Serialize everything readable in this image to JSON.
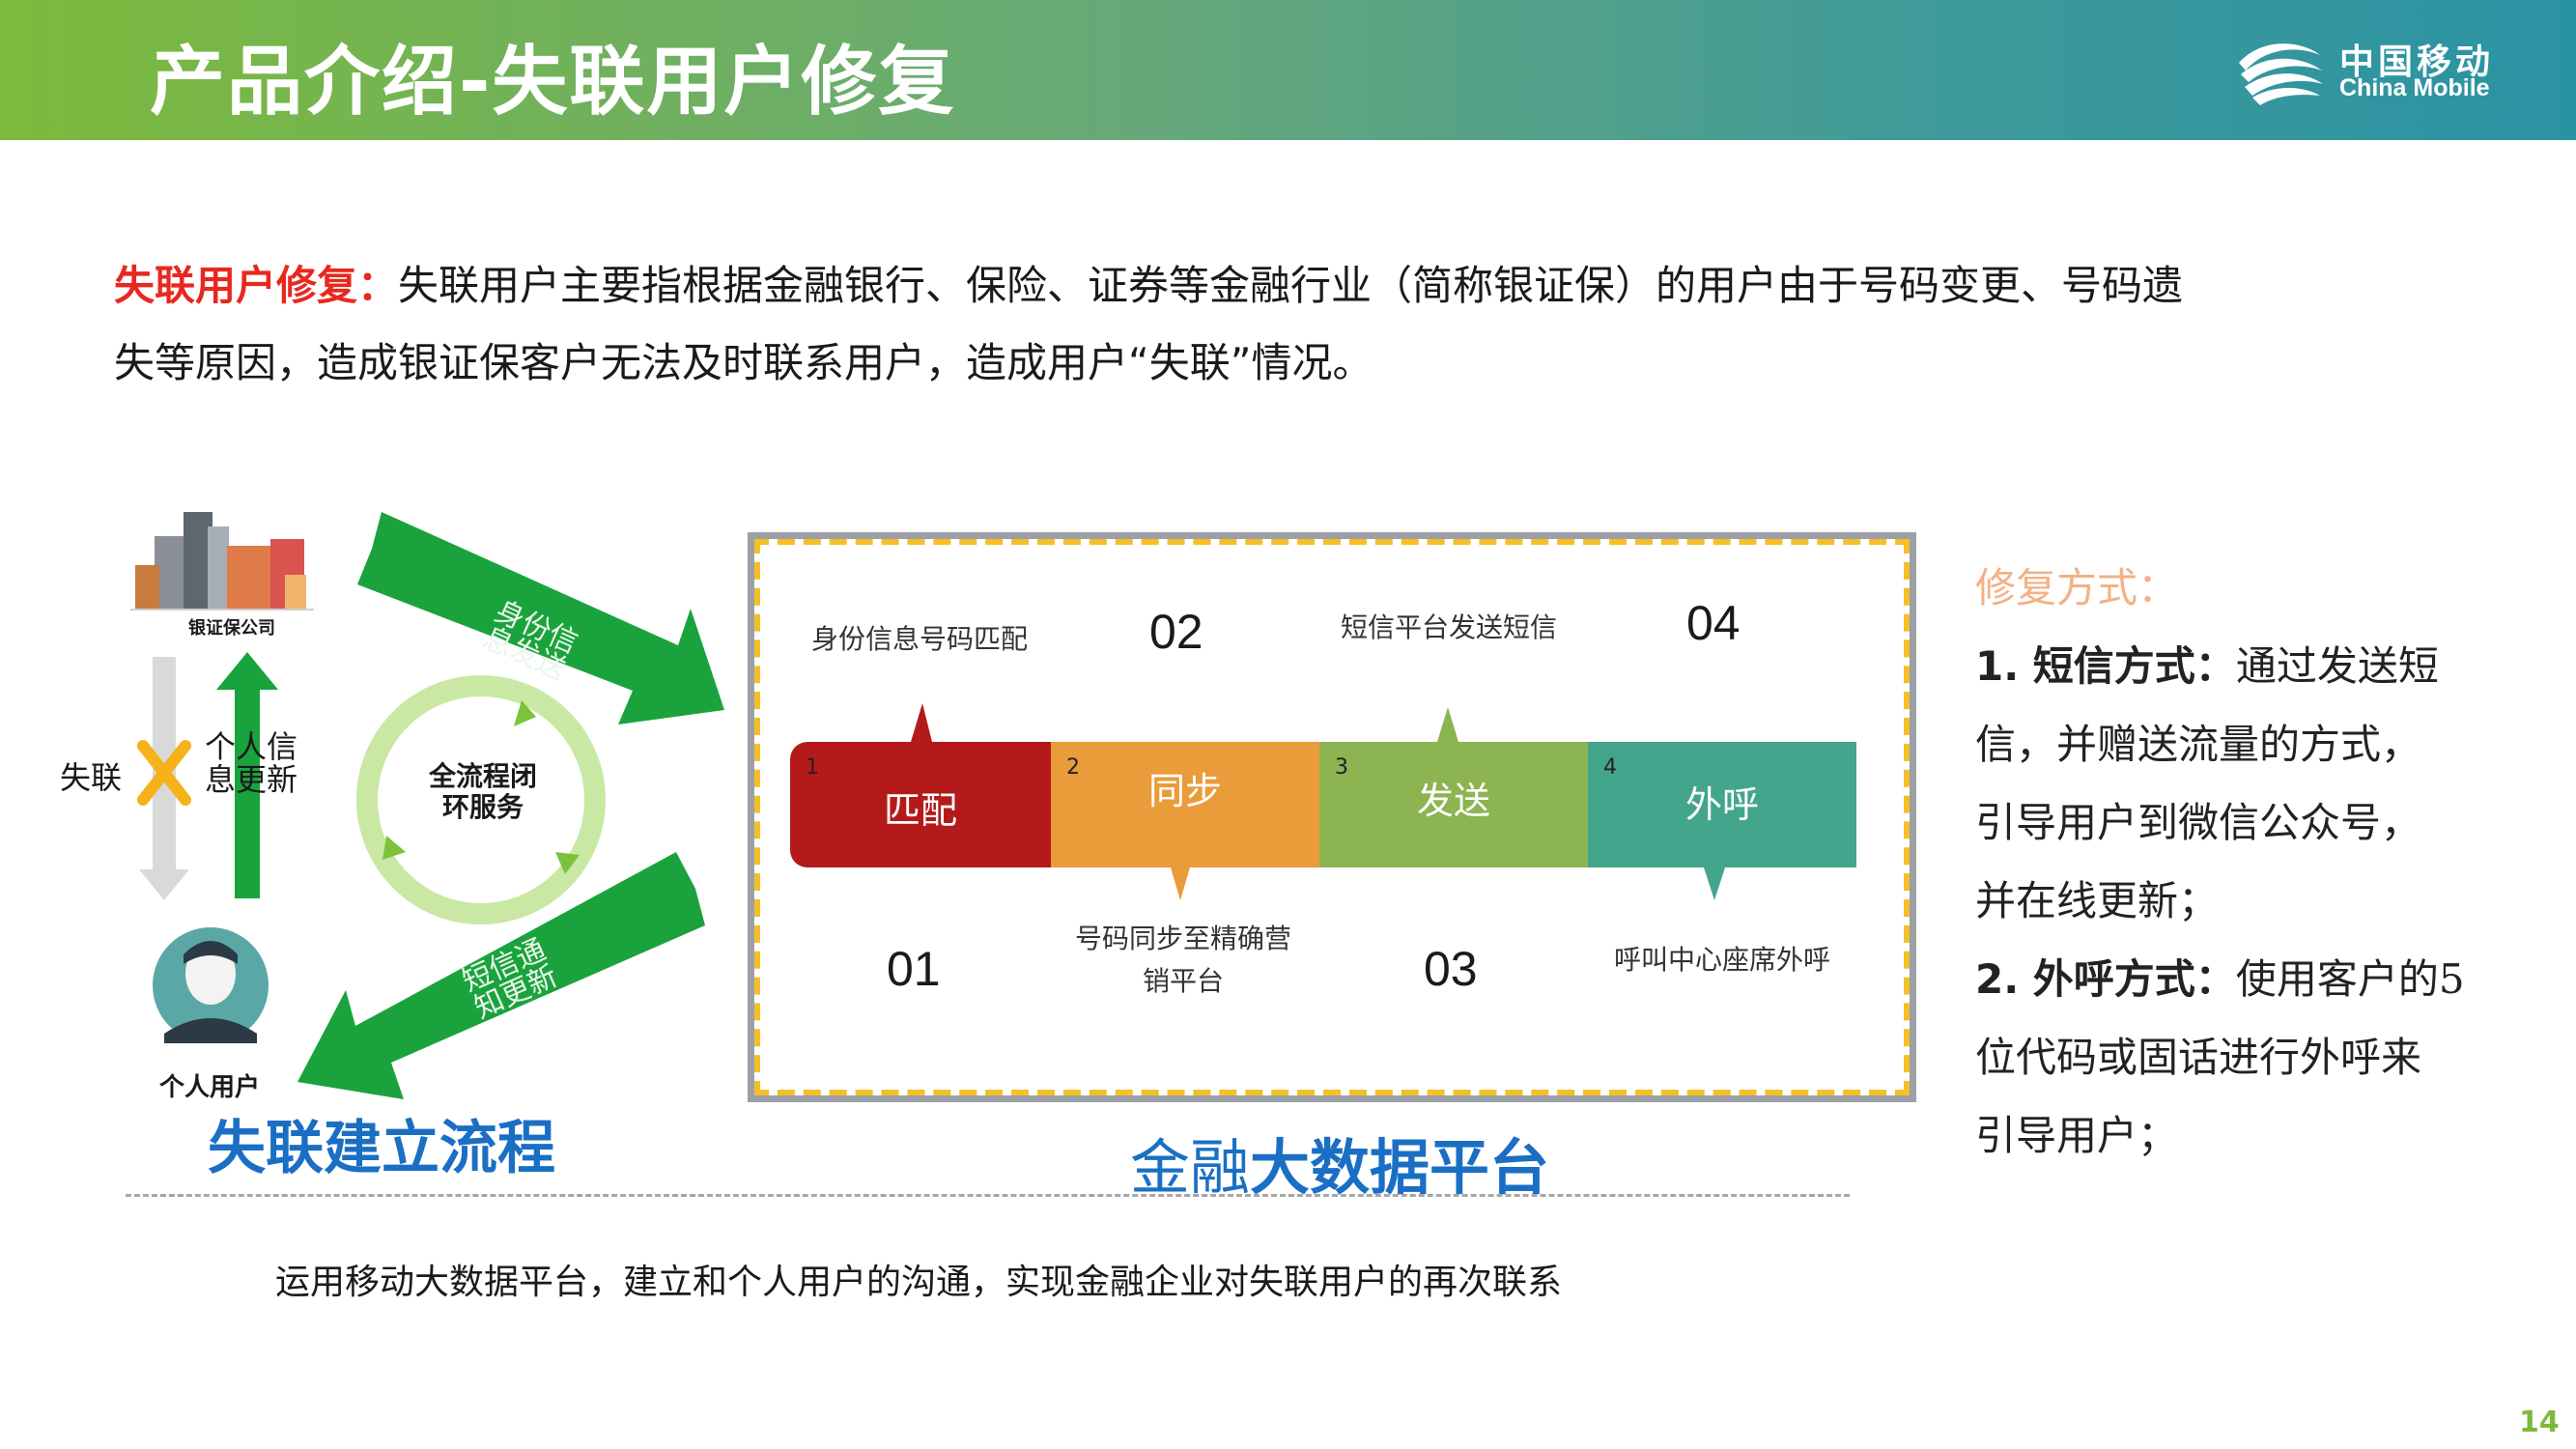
{
  "header": {
    "title": "产品介绍-失联用户修复",
    "logo_cn": "中国移动",
    "logo_en": "China Mobile"
  },
  "intro": {
    "keyword": "失联用户修复：",
    "line1": "失联用户主要指根据金融银行、保险、证券等金融行业（简称银证保）的用户由于号码变更、号码遗",
    "line2": "失等原因，造成银证保客户无法及时联系用户，造成用户“失联”情况。"
  },
  "left_flow": {
    "company_caption": "银证保公司",
    "user_caption": "个人用户",
    "lost_label": "失联",
    "update_label_1": "个人信",
    "update_label_2": "息更新",
    "arrow_top_label_1": "身份信",
    "arrow_top_label_2": "息发送",
    "arrow_bottom_label_1": "短信通",
    "arrow_bottom_label_2": "知更新",
    "cycle_text": "全流程闭环服务",
    "title": "失联建立流程"
  },
  "platform": {
    "title_thin": "金融",
    "title_bold": "大数据平台",
    "steps": [
      {
        "num": "1",
        "name": "匹配",
        "color": "#b41a1a",
        "big": "01",
        "note": "身份信息号码匹配"
      },
      {
        "num": "2",
        "name": "同步",
        "color": "#ea9b3a",
        "big": "02",
        "note": "号码同步至精确营销平台"
      },
      {
        "num": "3",
        "name": "发送",
        "color": "#8cb450",
        "big": "03",
        "note": "短信平台发送短信"
      },
      {
        "num": "4",
        "name": "外呼",
        "color": "#43a58c",
        "big": "04",
        "note": "呼叫中心座席外呼"
      }
    ],
    "note2_line1": "号码同步至精确营",
    "note2_line2": "销平台"
  },
  "methods": {
    "title": "修复方式：",
    "m1_label": "1. 短信方式：",
    "m1_text_a": "通过发送短",
    "m1_text_b": "信，并赠送流量的方式，",
    "m1_text_c": "引导用户到微信公众号，",
    "m1_text_d": "并在线更新；",
    "m2_label": "2. 外呼方式：",
    "m2_text_a": "使用客户的5",
    "m2_text_b": "位代码或固话进行外呼来",
    "m2_text_c": "引导用户；"
  },
  "footer": "运用移动大数据平台，建立和个人用户的沟通，实现金融企业对失联用户的再次联系",
  "page_number": "14"
}
